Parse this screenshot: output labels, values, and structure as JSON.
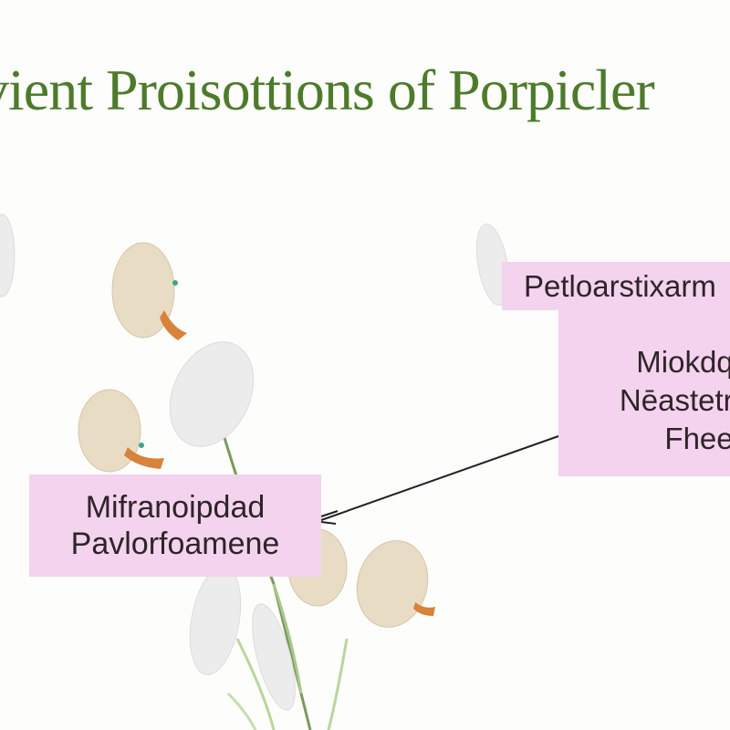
{
  "title": "vient Proisottions of Porpicler",
  "right_box": {
    "header": "Petloarstixarm",
    "lines": [
      "Miokdqu",
      "Nēastetru",
      "Fheen"
    ]
  },
  "left_box": {
    "lines": [
      "Mifranoipdad",
      "Pavlorfoamene"
    ]
  },
  "colors": {
    "title": "#4d7b2b",
    "box": "#f3d3ee",
    "bean": "#eadfca",
    "white_bean": "#eeeeee"
  }
}
